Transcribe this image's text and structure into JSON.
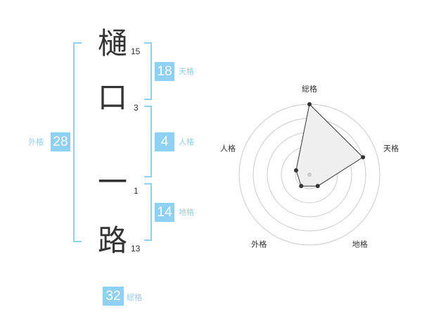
{
  "name_chars": [
    {
      "char": "樋",
      "strokes": "15"
    },
    {
      "char": "口",
      "strokes": "3"
    },
    {
      "char": "一",
      "strokes": "1"
    },
    {
      "char": "路",
      "strokes": "13"
    }
  ],
  "fortunes": {
    "tenkaku": {
      "label": "天格",
      "value": "18"
    },
    "jinkaku": {
      "label": "人格",
      "value": "4"
    },
    "chikaku": {
      "label": "地格",
      "value": "14"
    },
    "gaikaku": {
      "label": "外格",
      "value": "28"
    },
    "soukaku": {
      "label": "総格",
      "value": "32"
    }
  },
  "colors": {
    "accent": "#8fd0f5",
    "text": "#333333"
  },
  "chart_data": {
    "type": "radar",
    "axes": [
      "総格",
      "天格",
      "地格",
      "外格",
      "人格"
    ],
    "values": [
      5,
      4,
      1,
      1,
      1
    ],
    "rmax": 5,
    "rings": 5,
    "grid": true
  }
}
